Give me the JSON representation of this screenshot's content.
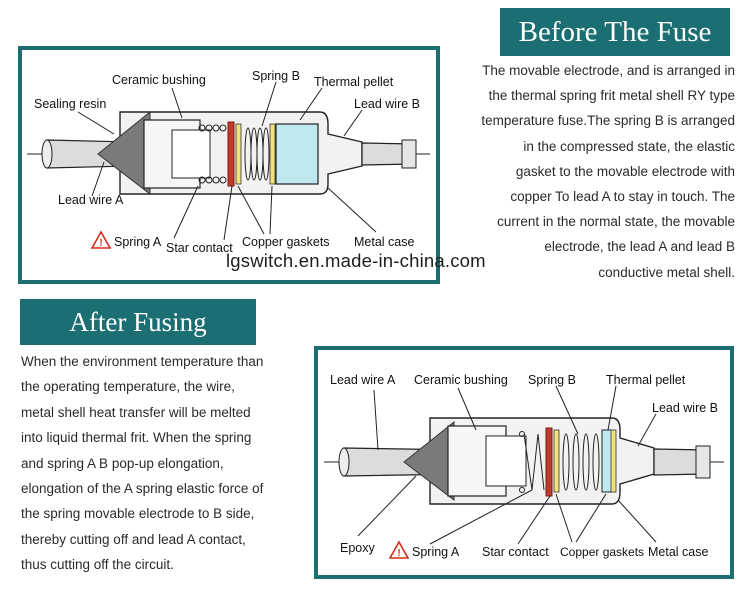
{
  "before": {
    "title": "Before The Fuse",
    "lines": [
      "The movable electrode, and is arranged in",
      "the thermal spring frit metal shell RY type",
      "temperature fuse.The spring B is arranged",
      "in the compressed state, the elastic",
      "gasket to the movable electrode with",
      "copper To lead A to stay in touch. The",
      "current in the normal state, the movable",
      "electrode, the lead A and lead B",
      "conductive metal shell."
    ],
    "labels": {
      "ceramic_bushing": "Ceramic bushing",
      "spring_b": "Spring B",
      "thermal_pellet": "Thermal pellet",
      "sealing_resin": "Sealing resin",
      "lead_wire_b": "Lead wire B",
      "lead_wire_a": "Lead wire A",
      "spring_a": "Spring A",
      "star_contact": "Star contact",
      "copper_gaskets": "Copper gaskets",
      "metal_case": "Metal case"
    }
  },
  "after": {
    "title": "After Fusing",
    "lines": [
      "When the environment temperature than",
      "the operating temperature, the wire,",
      "metal shell heat transfer will be melted",
      "into liquid thermal frit. When the spring",
      "and spring A B pop-up elongation,",
      "elongation of the A spring elastic force of",
      "the spring movable electrode to B side,",
      "thereby cutting off and lead A contact,",
      "thus cutting off the circuit."
    ],
    "labels": {
      "lead_wire_a": "Lead wire A",
      "ceramic_bushing": "Ceramic bushing",
      "spring_b": "Spring B",
      "thermal_pellet": "Thermal pellet",
      "lead_wire_b": "Lead wire B",
      "epoxy": "Epoxy",
      "spring_a": "Spring A",
      "star_contact": "Star contact",
      "copper_gaskets": "Copper gaskets",
      "metal_case": "Metal case"
    }
  },
  "watermark": "lgswitch.en.made-in-china.com",
  "colors": {
    "accent": "#1b6f73",
    "pellet": "#bfe8ef",
    "copper": "#c0392b",
    "gasket": "#f3e27a",
    "warning": "#d62c1a"
  }
}
